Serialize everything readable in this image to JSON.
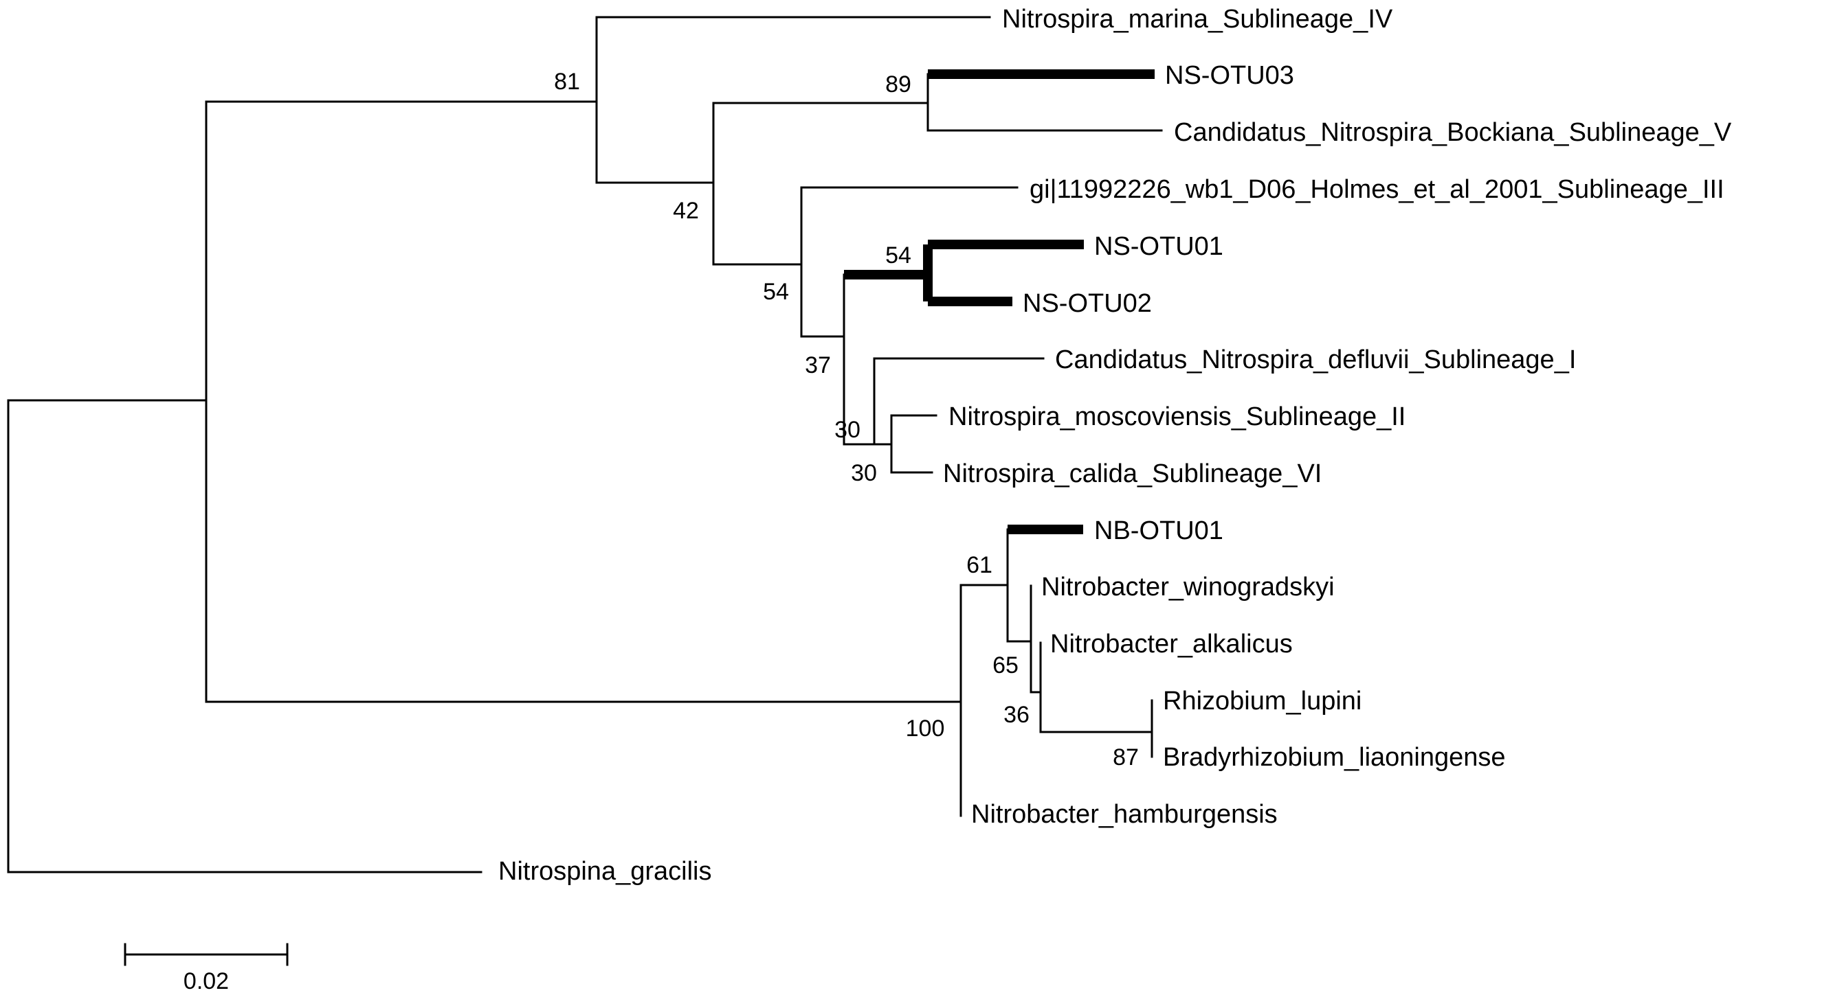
{
  "tree": {
    "leaves": [
      {
        "id": "L1",
        "label": "Nitrospira_marina_Sublineage_IV",
        "highlight": false
      },
      {
        "id": "L2",
        "label": "NS-OTU03",
        "highlight": true
      },
      {
        "id": "L3",
        "label": "Candidatus_Nitrospira_Bockiana_Sublineage_V",
        "highlight": false
      },
      {
        "id": "L4",
        "label": "gi|11992226_wb1_D06_Holmes_et_al_2001_Sublineage_III",
        "highlight": false
      },
      {
        "id": "L5",
        "label": "NS-OTU01",
        "highlight": true
      },
      {
        "id": "L6",
        "label": "NS-OTU02",
        "highlight": true
      },
      {
        "id": "L7",
        "label": "Candidatus_Nitrospira_defluvii_Sublineage_I",
        "highlight": false
      },
      {
        "id": "L8",
        "label": "Nitrospira_moscoviensis_Sublineage_II",
        "highlight": false
      },
      {
        "id": "L9",
        "label": "Nitrospira_calida_Sublineage_VI",
        "highlight": false
      },
      {
        "id": "L10",
        "label": "NB-OTU01",
        "highlight": true
      },
      {
        "id": "L11",
        "label": "Nitrobacter_winogradskyi",
        "highlight": false
      },
      {
        "id": "L12",
        "label": "Nitrobacter_alkalicus",
        "highlight": false
      },
      {
        "id": "L13",
        "label": "Rhizobium_lupini",
        "highlight": false
      },
      {
        "id": "L14",
        "label": "Bradyrhizobium_liaoningense",
        "highlight": false
      },
      {
        "id": "L15",
        "label": "Nitrobacter_hamburgensis",
        "highlight": false
      },
      {
        "id": "L16",
        "label": "Nitrospina_gracilis",
        "highlight": false
      }
    ],
    "support_values": [
      {
        "node": "N81",
        "value": "81"
      },
      {
        "node": "N89",
        "value": "89"
      },
      {
        "node": "N42",
        "value": "42"
      },
      {
        "node": "N54a",
        "value": "54"
      },
      {
        "node": "N54b",
        "value": "54"
      },
      {
        "node": "N37",
        "value": "37"
      },
      {
        "node": "N30a",
        "value": "30"
      },
      {
        "node": "N30b",
        "value": "30"
      },
      {
        "node": "N61",
        "value": "61"
      },
      {
        "node": "N65",
        "value": "65"
      },
      {
        "node": "N36",
        "value": "36"
      },
      {
        "node": "N87",
        "value": "87"
      },
      {
        "node": "N100",
        "value": "100"
      }
    ],
    "scale_bar": {
      "label": "0.02"
    }
  }
}
